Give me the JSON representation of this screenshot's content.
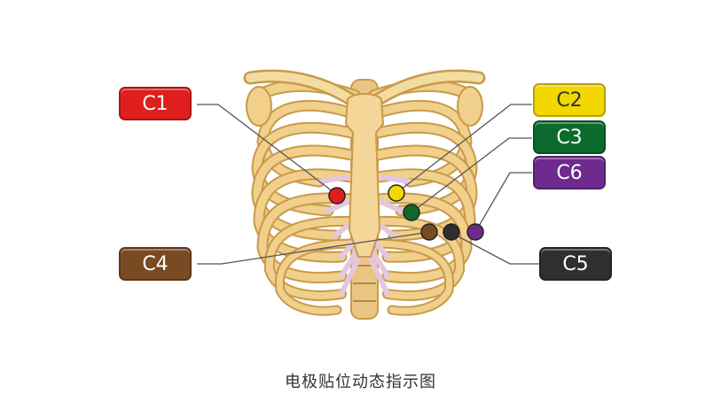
{
  "labels": {
    "c1": "C1",
    "c2": "C2",
    "c3": "C3",
    "c4": "C4",
    "c5": "C5",
    "c6": "C6"
  },
  "colors": {
    "c1": "#e01e1e",
    "c2": "#f2d700",
    "c3": "#0c6b2c",
    "c4": "#7a4a22",
    "c5": "#2f2f2f",
    "c6": "#6e2a8c",
    "bone": "#f0d08a",
    "bone_dark": "#c89a4a",
    "cartilage": "#e4c7df"
  },
  "caption": "电极贴位动态指示图"
}
